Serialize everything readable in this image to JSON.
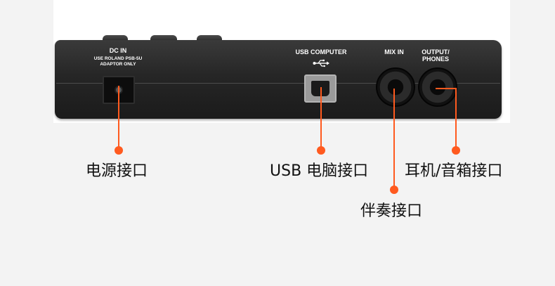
{
  "panel_labels": {
    "dc_in": "DC IN",
    "dc_note_1": "USE ROLAND PSB-5U",
    "dc_note_2": "ADAPTOR ONLY",
    "usb": "USB COMPUTER",
    "mix_in": "MIX IN",
    "output_1": "OUTPUT/",
    "output_2": "PHONES"
  },
  "callouts": {
    "power": "电源接口",
    "usb": "USB 电脑接口",
    "mix": "伴奏接口",
    "phones": "耳机/音箱接口"
  },
  "colors": {
    "accent": "#ff5a1f",
    "background": "#f3f3f3",
    "device": "#262626",
    "text": "#111111"
  }
}
